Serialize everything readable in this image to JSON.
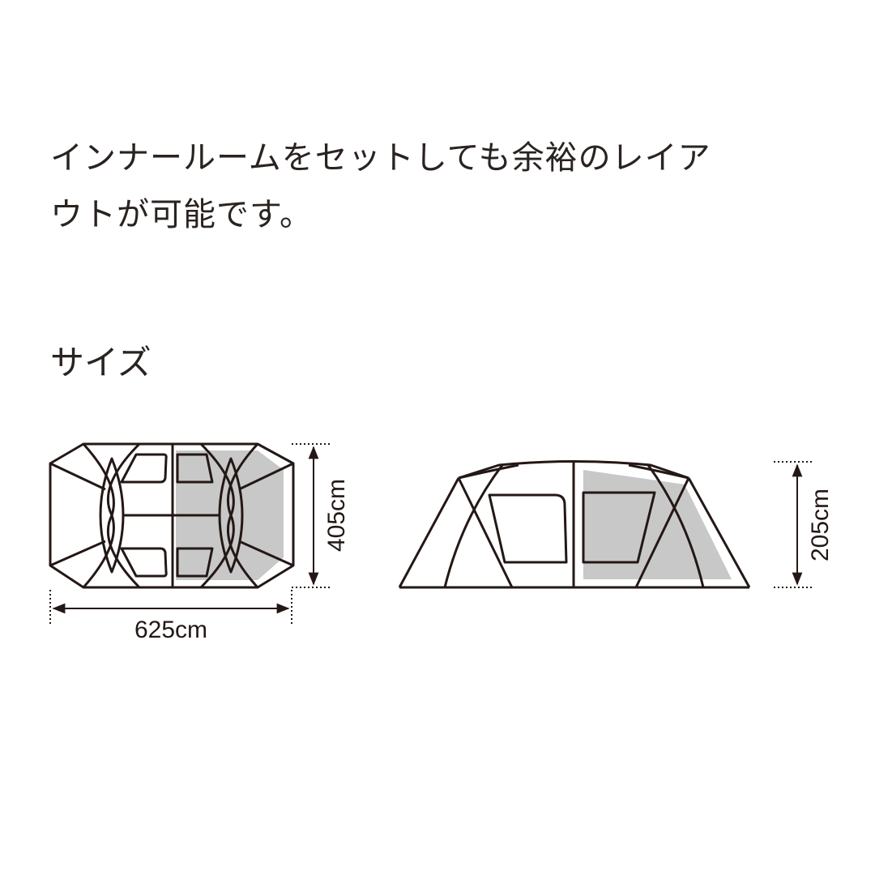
{
  "description": {
    "line1": "インナールームをセットしても余裕のレイア",
    "line2": "ウトが可能です。"
  },
  "section": {
    "heading": "サイズ"
  },
  "diagrams": {
    "top_view": {
      "width_label": "625cm",
      "depth_label": "405cm"
    },
    "side_view": {
      "height_label": "205cm"
    }
  },
  "colors": {
    "line": "#231815",
    "shade": "#c8c8c8",
    "background": "#ffffff"
  }
}
